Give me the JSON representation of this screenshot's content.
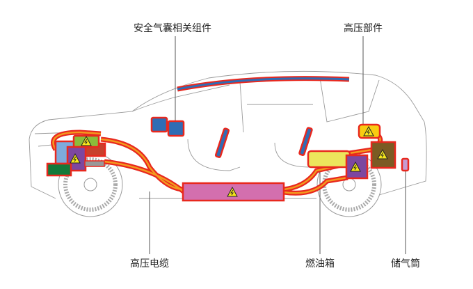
{
  "labels": {
    "airbag": "安全气囊相关组件",
    "hv_parts": "高压部件",
    "hv_cable": "高压电缆",
    "fuel_tank": "燃油箱",
    "gas_cylinder": "储气筒"
  },
  "colors": {
    "outline": "#e8281e",
    "cable": "#f39a1e",
    "airbag_blue": "#2f6db5",
    "battery": "#d36fae",
    "fuel_tank": "#ece55c",
    "brown": "#7b5b23",
    "purple": "#7d47a0",
    "yellow": "#f8cc12",
    "lime": "#8bbd3a",
    "dark_green": "#137a3a",
    "light_blue": "#7eaadc",
    "lavender": "#c79bd0"
  }
}
